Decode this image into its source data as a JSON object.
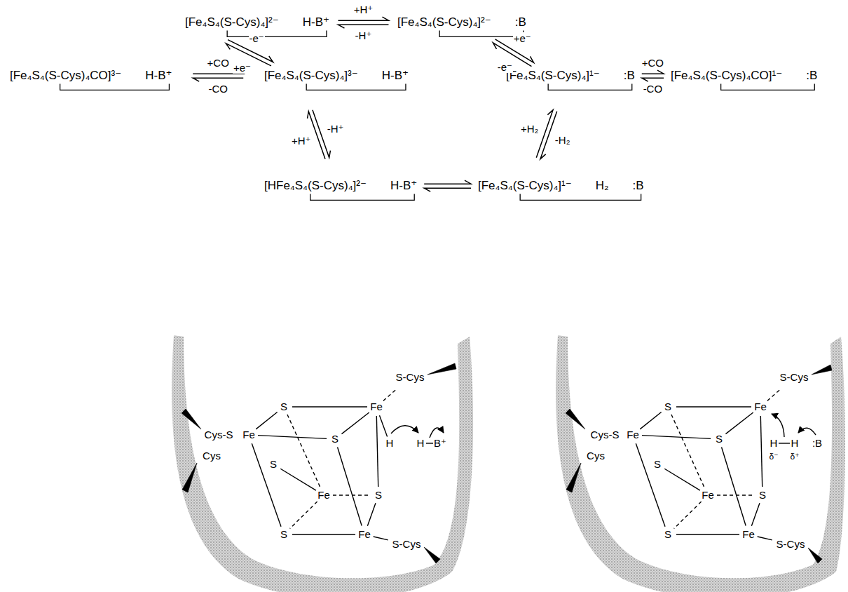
{
  "diagram": {
    "nodes": [
      {
        "text": [
          "[Fe₄S₄(S-Cys)₄]²⁻",
          "H-B⁺"
        ]
      },
      {
        "text": [
          "[Fe₄S₄(S-Cys)₄]²⁻",
          ":B"
        ]
      },
      {
        "text": [
          "[Fe₄S₄(S-Cys)₄CO]³⁻",
          "H-B⁺"
        ]
      },
      {
        "text": [
          "[Fe₄S₄(S-Cys)₄]³⁻",
          "H-B⁺"
        ]
      },
      {
        "text": [
          "[Fe₄S₄(S-Cys)₄]¹⁻",
          ":B"
        ]
      },
      {
        "text": [
          "[Fe₄S₄(S-Cys)₄CO]¹⁻",
          ":B"
        ]
      },
      {
        "text": [
          "[HFe₄S₄(S-Cys)₄]²⁻",
          "H-B⁺"
        ]
      },
      {
        "text": [
          "[Fe₄S₄(S-Cys)₄]¹⁻",
          "H₂",
          ":B"
        ]
      }
    ],
    "edges": [
      {
        "from": 0,
        "to": 1,
        "arrow": "both",
        "label": "+H⁺"
      },
      {
        "from": 0,
        "to": 3,
        "arrow": "both",
        "label": "+e⁻"
      },
      {
        "from": 1,
        "to": 4,
        "arrow": "both",
        "label": "-e⁻"
      },
      {
        "from": 3,
        "to": 2,
        "arrow": "both",
        "label": "+CO"
      },
      {
        "from": 4,
        "to": 5,
        "arrow": "both",
        "label": "+CO"
      },
      {
        "from": 3,
        "to": 6,
        "arrow": "both",
        "label": "+H⁺"
      },
      {
        "from": 4,
        "to": 7,
        "arrow": "both",
        "label": "+H₂"
      },
      {
        "from": 6,
        "to": 7,
        "arrow": "both"
      }
    ],
    "labels": [
      "-H⁺",
      "-e⁻",
      "+e⁻",
      "-CO",
      "-CO",
      "-H⁺",
      "-H₂",
      "S-Cys",
      "S",
      "Fe",
      "Cys-S",
      "Fe",
      "S",
      "H",
      "H",
      "B⁺",
      "Cys",
      "S",
      "Fe",
      "S",
      "S",
      "Fe",
      "S-Cys",
      "S-Cys",
      "S",
      "Fe",
      "Cys-S",
      "Fe",
      "S",
      "H",
      "H",
      ":B",
      "δ⁻",
      "δ⁺",
      "Cys",
      "S",
      "Fe",
      "S",
      "S",
      "Fe",
      "S-Cys"
    ]
  }
}
